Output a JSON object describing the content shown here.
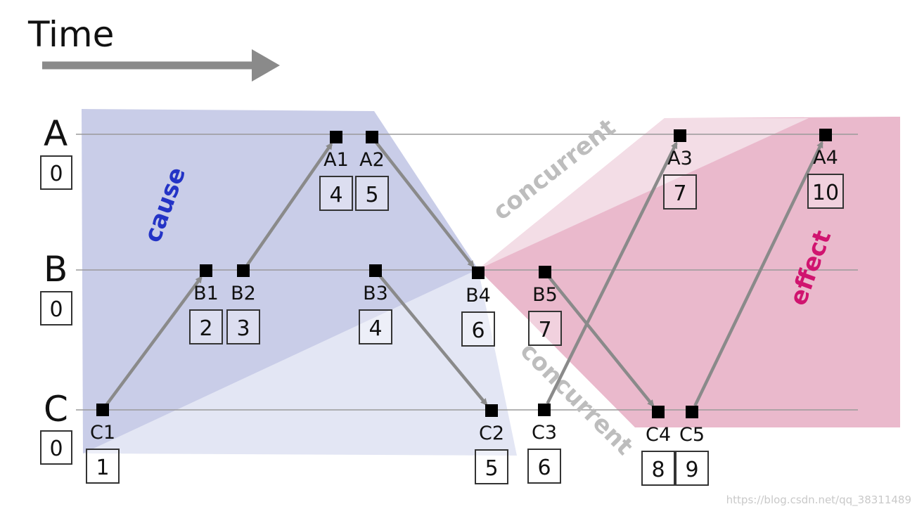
{
  "title": "Time",
  "colors": {
    "cause_fill": "#c9cde8",
    "cause_future_fill": "#e3e6f4",
    "effect_fill": "#eab9cc",
    "effect_light_fill": "#f3dde6",
    "arrow": "#8a8a8a",
    "line": "#9a9a9a",
    "cause_text": "#2333c6",
    "effect_text": "#d0146f",
    "concurrent_text": "#bdbdbd"
  },
  "regions": {
    "cause": "cause",
    "effect": "effect",
    "concurrent_top": "concurrent",
    "concurrent_bottom": "concurrent"
  },
  "processes": [
    {
      "name": "A",
      "initial_clock": "0"
    },
    {
      "name": "B",
      "initial_clock": "0"
    },
    {
      "name": "C",
      "initial_clock": "0"
    }
  ],
  "events": [
    {
      "id": "A1",
      "process": "A",
      "clock": "4"
    },
    {
      "id": "A2",
      "process": "A",
      "clock": "5"
    },
    {
      "id": "A3",
      "process": "A",
      "clock": "7"
    },
    {
      "id": "A4",
      "process": "A",
      "clock": "10"
    },
    {
      "id": "B1",
      "process": "B",
      "clock": "2"
    },
    {
      "id": "B2",
      "process": "B",
      "clock": "3"
    },
    {
      "id": "B3",
      "process": "B",
      "clock": "4"
    },
    {
      "id": "B4",
      "process": "B",
      "clock": "6"
    },
    {
      "id": "B5",
      "process": "B",
      "clock": "7"
    },
    {
      "id": "C1",
      "process": "C",
      "clock": "1"
    },
    {
      "id": "C2",
      "process": "C",
      "clock": "5"
    },
    {
      "id": "C3",
      "process": "C",
      "clock": "6"
    },
    {
      "id": "C4",
      "process": "C",
      "clock": "8"
    },
    {
      "id": "C5",
      "process": "C",
      "clock": "9"
    }
  ],
  "messages": [
    {
      "from": "C1",
      "to": "B1"
    },
    {
      "from": "B2",
      "to": "A1"
    },
    {
      "from": "A2",
      "to": "B4"
    },
    {
      "from": "B3",
      "to": "C2"
    },
    {
      "from": "C3",
      "to": "A3"
    },
    {
      "from": "B5",
      "to": "C4"
    },
    {
      "from": "C5",
      "to": "A4"
    }
  ],
  "watermark": "https://blog.csdn.net/qq_38311489"
}
